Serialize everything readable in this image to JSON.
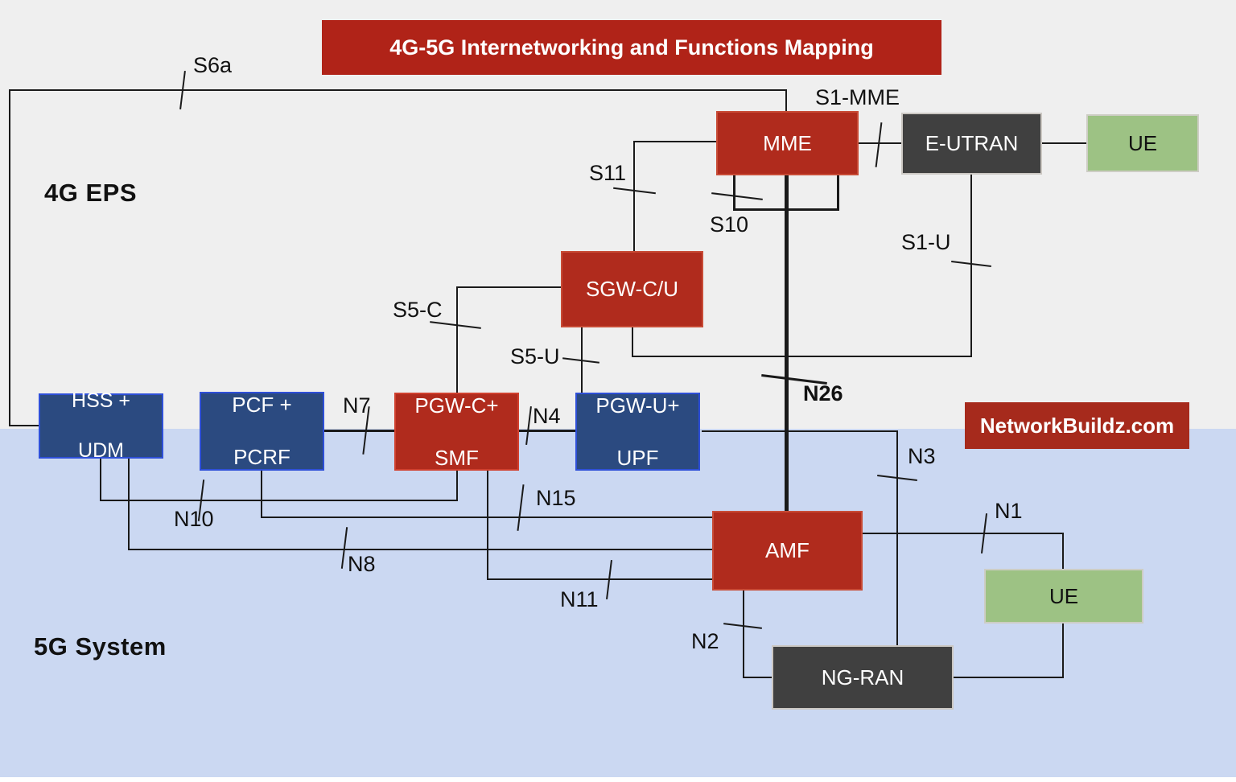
{
  "title": "4G-5G Internetworking and Functions Mapping",
  "watermark": "NetworkBuildz.com",
  "regions": {
    "top": "4G EPS",
    "bottom": "5G System"
  },
  "nodes": {
    "mme": "MME",
    "eutran": "E-UTRAN",
    "ue_4g": "UE",
    "sgw": "SGW-C/U",
    "hss_udm": {
      "line1": "HSS +",
      "line2": "UDM"
    },
    "pcf_pcrf": {
      "line1": "PCF +",
      "line2": "PCRF"
    },
    "pgw_c_smf": {
      "line1": "PGW-C+",
      "line2": "SMF"
    },
    "pgw_u_upf": {
      "line1": "PGW-U+",
      "line2": "UPF"
    },
    "amf": "AMF",
    "ngran": "NG-RAN",
    "ue_5g": "UE"
  },
  "interfaces": {
    "s6a": "S6a",
    "s1mme": "S1-MME",
    "s11": "S11",
    "s10": "S10",
    "s1u": "S1-U",
    "s5c": "S5-C",
    "s5u": "S5-U",
    "n26": "N26",
    "n7": "N7",
    "n4": "N4",
    "n3": "N3",
    "n10": "N10",
    "n15": "N15",
    "n8": "N8",
    "n11": "N11",
    "n2": "N2",
    "n1": "N1"
  },
  "colors": {
    "node_red": "#B02B1D",
    "node_blue": "#2B4A80",
    "node_dark": "#404040",
    "node_green": "#9DC284",
    "banner_red": "#B02318",
    "watermark_red": "#A62A1C",
    "region_4g_bg": "#EFEFEF",
    "region_5g_bg": "#CBD8F2",
    "line": "#1A1A1A"
  }
}
